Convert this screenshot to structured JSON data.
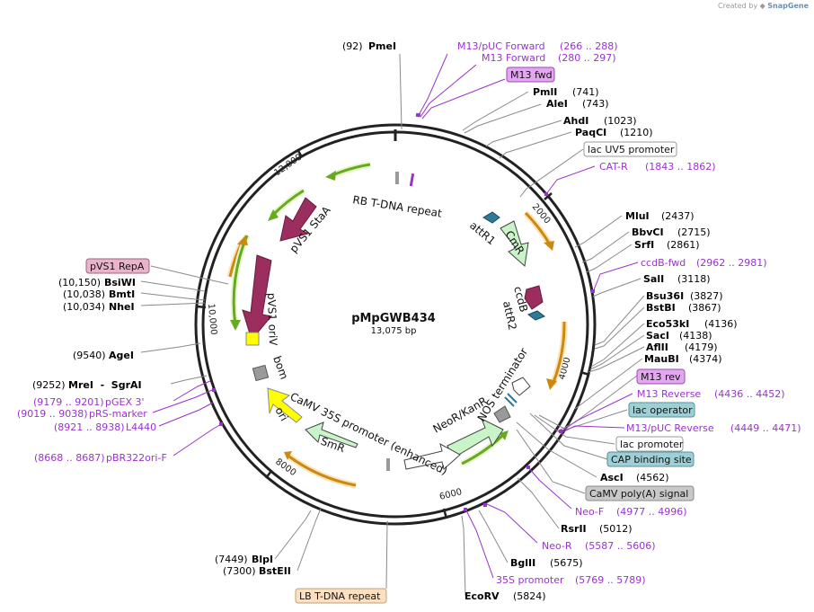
{
  "credit": {
    "prefix": "Created by",
    "brand": "SnapGene"
  },
  "center": {
    "name": "pMpGWB434",
    "size": "13,075 bp"
  },
  "colors": {
    "backbone": "#222222",
    "enzyme": "#000000",
    "primer": "#9933cc",
    "leader": "#888888"
  },
  "ticks": [
    "2000",
    "4000",
    "6000",
    "8000",
    "10,000",
    "12,000"
  ],
  "enzymes": [
    {
      "pos": "(92)",
      "name": "PmeI"
    },
    {
      "pos": "(741)",
      "name": "PmlI"
    },
    {
      "pos": "(743)",
      "name": "AleI"
    },
    {
      "pos": "(1023)",
      "name": "AhdI"
    },
    {
      "pos": "(1210)",
      "name": "PaqCI"
    },
    {
      "pos": "(2437)",
      "name": "MluI"
    },
    {
      "pos": "(2715)",
      "name": "BbvCI"
    },
    {
      "pos": "(2861)",
      "name": "SrfI"
    },
    {
      "pos": "(3118)",
      "name": "SalI"
    },
    {
      "pos": "(3827)",
      "name": "Bsu36I"
    },
    {
      "pos": "(3867)",
      "name": "BstBI"
    },
    {
      "pos": "(4136)",
      "name": "Eco53kI"
    },
    {
      "pos": "(4138)",
      "name": "SacI"
    },
    {
      "pos": "(4179)",
      "name": "AflII"
    },
    {
      "pos": "(4374)",
      "name": "MauBI"
    },
    {
      "pos": "(4562)",
      "name": "AscI"
    },
    {
      "pos": "(5012)",
      "name": "RsrII"
    },
    {
      "pos": "(5675)",
      "name": "BglII"
    },
    {
      "pos": "(5824)",
      "name": "EcoRV"
    },
    {
      "pos": "(7449)",
      "name": "BlpI"
    },
    {
      "pos": "(7300)",
      "name": "BstEII"
    },
    {
      "pos": "(9540)",
      "name": "AgeI"
    },
    {
      "pos": "(9252)",
      "name": "MreI  -  SgrAI"
    },
    {
      "pos": "(10,150)",
      "name": "BsiWI"
    },
    {
      "pos": "(10,038)",
      "name": "BmtI"
    },
    {
      "pos": "(10,034)",
      "name": "NheI"
    }
  ],
  "primers": [
    {
      "name": "M13/pUC Forward",
      "range": "(266 .. 288)"
    },
    {
      "name": "M13 Forward",
      "range": "(280 .. 297)"
    },
    {
      "name": "CAT-R",
      "range": "(1843 .. 1862)"
    },
    {
      "name": "ccdB-fwd",
      "range": "(2962 .. 2981)"
    },
    {
      "name": "M13 Reverse",
      "range": "(4436 .. 4452)"
    },
    {
      "name": "M13/pUC Reverse",
      "range": "(4449 .. 4471)"
    },
    {
      "name": "Neo-F",
      "range": "(4977 .. 4996)"
    },
    {
      "name": "Neo-R",
      "range": "(5587 .. 5606)"
    },
    {
      "name": "35S promoter",
      "range": "(5769 .. 5789)"
    },
    {
      "name": "pBR322ori-F",
      "range": "(8668 .. 8687)"
    },
    {
      "name": "L4440",
      "range": "(8921 .. 8938)"
    },
    {
      "name": "pRS-marker",
      "range": "(9019 .. 9038)"
    },
    {
      "name": "pGEX 3'",
      "range": "(9179 .. 9201)"
    }
  ],
  "boxes": [
    {
      "label": "M13 fwd",
      "fill": "#e3a6f0",
      "stroke": "#9a4ab0"
    },
    {
      "label": "lac UV5 promoter",
      "fill": "#ffffff",
      "stroke": "#9a9a9a"
    },
    {
      "label": "M13 rev",
      "fill": "#e3a6f0",
      "stroke": "#9a4ab0"
    },
    {
      "label": "lac operator",
      "fill": "#9fcfd6",
      "stroke": "#5a8f98"
    },
    {
      "label": "lac promoter",
      "fill": "#ffffff",
      "stroke": "#9a9a9a"
    },
    {
      "label": "CAP binding site",
      "fill": "#9fcfd6",
      "stroke": "#5a8f98"
    },
    {
      "label": "CaMV poly(A) signal",
      "fill": "#c8c8c8",
      "stroke": "#8a8a8a"
    },
    {
      "label": "LB T-DNA repeat",
      "fill": "#fde0c0",
      "stroke": "#c0a080"
    },
    {
      "label": "pVS1 RepA",
      "fill": "#e8b4cc",
      "stroke": "#a06080"
    }
  ],
  "features": [
    {
      "label": "RB T-DNA repeat"
    },
    {
      "label": "pVS1 StaA"
    },
    {
      "label": "pVS1 oriV"
    },
    {
      "label": "bom"
    },
    {
      "label": "ori"
    },
    {
      "label": "CaMV 35S promoter (enhanced)"
    },
    {
      "label": "SmR"
    },
    {
      "label": "NeoR/KanR"
    },
    {
      "label": "NOS terminator"
    },
    {
      "label": "attR1"
    },
    {
      "label": "CmR"
    },
    {
      "label": "ccdB"
    },
    {
      "label": "attR2"
    }
  ]
}
